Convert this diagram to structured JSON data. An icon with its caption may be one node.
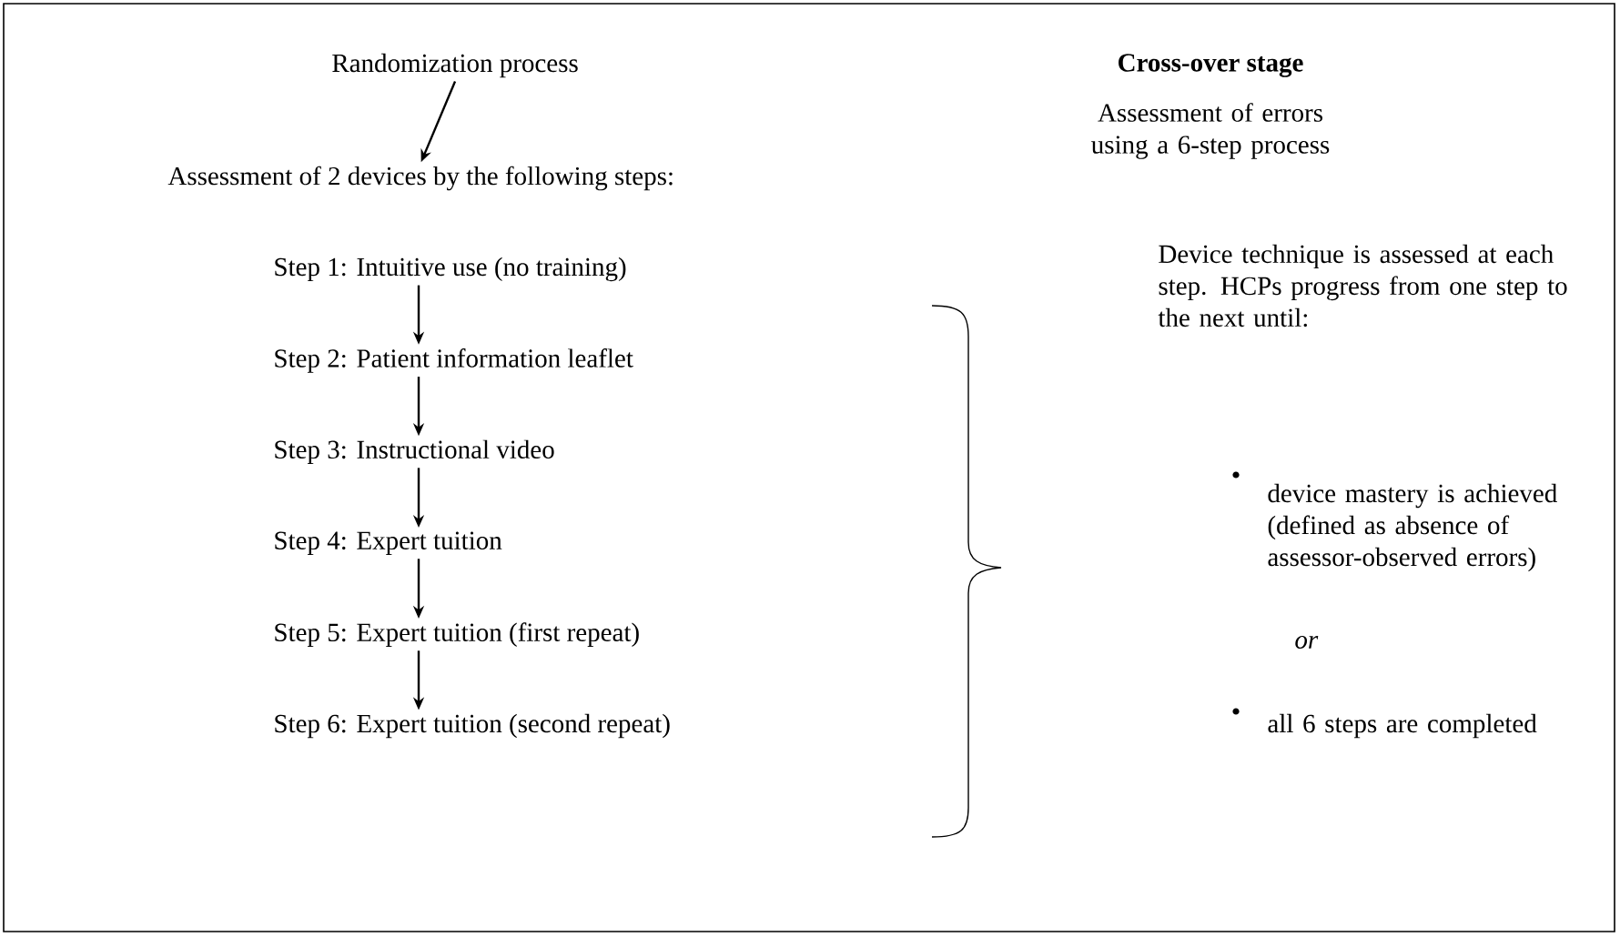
{
  "diagram": {
    "title": "Cross-over stage",
    "nodes": [
      {
        "text": [
          "Randomization process"
        ]
      },
      {
        "text": [
          "Assessment of 2 devices by the following steps:"
        ]
      },
      {
        "text": [
          "Step 1: Intuitive use (no training)"
        ]
      },
      {
        "text": [
          "Step 2: Patient information leaflet"
        ]
      },
      {
        "text": [
          "Step 3: Instructional video"
        ]
      },
      {
        "text": [
          "Step 4: Expert tuition"
        ]
      },
      {
        "text": [
          "Step 5: Expert tuition (first repeat)"
        ]
      },
      {
        "text": [
          "Step 6: Expert tuition (second repeat)"
        ]
      }
    ],
    "edges": [
      {
        "from": 0,
        "to": 1,
        "arrow": "to"
      },
      {
        "from": 2,
        "to": 3,
        "arrow": "to"
      },
      {
        "from": 3,
        "to": 4,
        "arrow": "to"
      },
      {
        "from": 4,
        "to": 5,
        "arrow": "to"
      },
      {
        "from": 5,
        "to": 6,
        "arrow": "to"
      },
      {
        "from": 6,
        "to": 7,
        "arrow": "to"
      }
    ],
    "labels": [
      "Assessment of errors using a 6-step process",
      "Device technique is assessed at each step. HCPs progress from one step to the next until:",
      "device mastery is achieved (defined as absence of assessor-observed errors)",
      "or",
      "all 6 steps are completed"
    ]
  }
}
